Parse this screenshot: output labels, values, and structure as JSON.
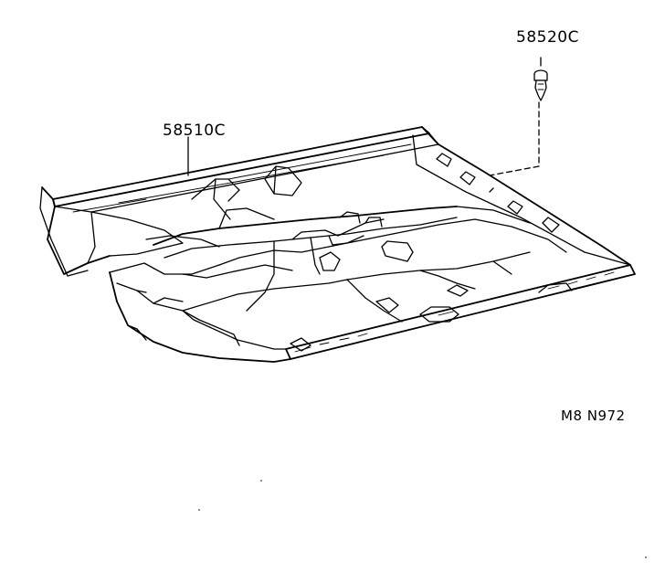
{
  "diagram": {
    "part_labels": {
      "carpet": "58510C",
      "clip": "58520C"
    },
    "drawing_code": "M8 N972",
    "colors": {
      "line": "#000000",
      "background": "#ffffff"
    }
  }
}
